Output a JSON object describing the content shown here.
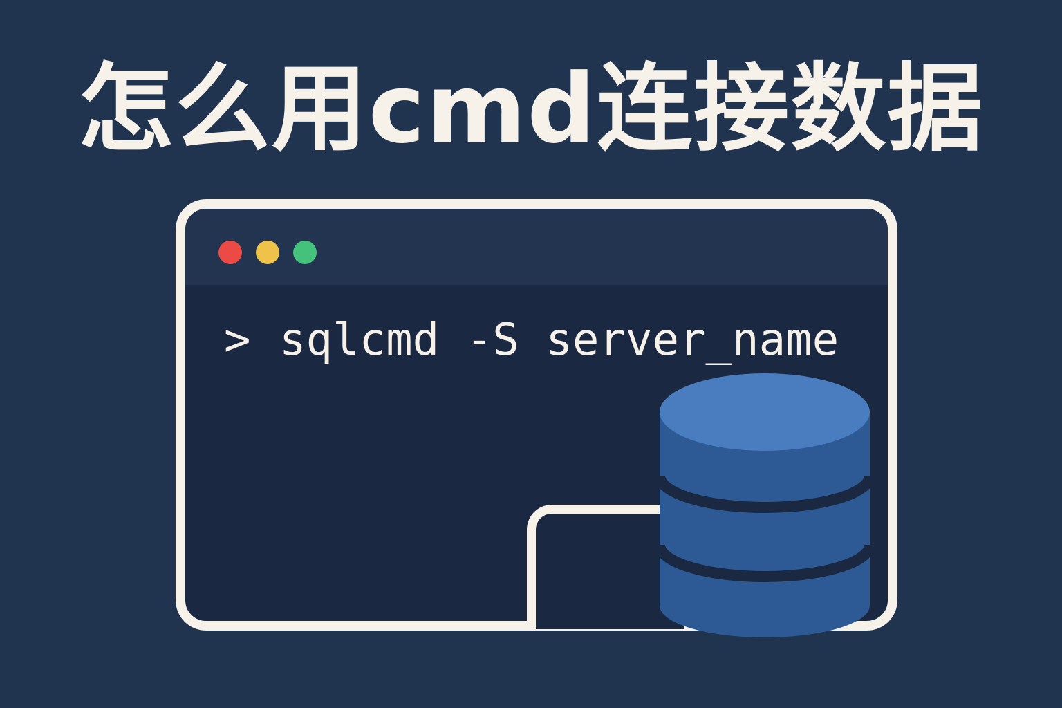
{
  "title": "怎么用cmd连接数据",
  "terminal": {
    "window_controls": [
      {
        "name": "close",
        "color": "#ec4b45"
      },
      {
        "name": "minimize",
        "color": "#efc34a"
      },
      {
        "name": "maximize",
        "color": "#44c17a"
      }
    ],
    "prompt_symbol": ">",
    "command": "sqlcmd -S server_name"
  },
  "icons": {
    "database": "database-icon"
  },
  "colors": {
    "background": "#20334f",
    "terminal_body": "#1b2841",
    "outline": "#f6f2ea",
    "database_top": "#4a7dbf",
    "database_body": "#2d5a95"
  }
}
